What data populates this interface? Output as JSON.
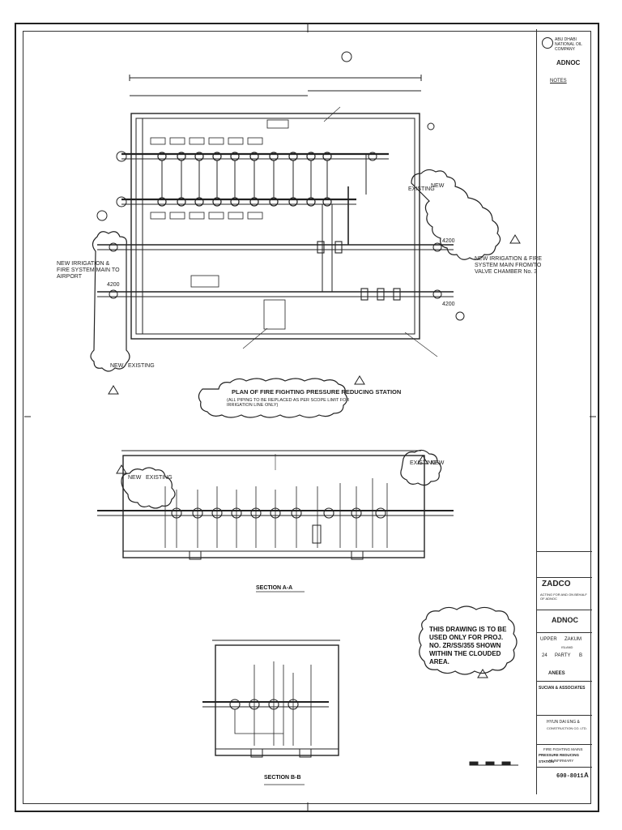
{
  "labels": {
    "new_irrigation_left": "NEW IRRIGATION & FIRE SYSTEM MAIN TO AIRPORT",
    "new_irrigation_right": "NEW IRRIGATION & FIRE SYSTEM MAIN FROM/TO VALVE CHAMBER No. 3",
    "size_left": "4200",
    "size_right_top": "4200",
    "size_right_bottom": "4200",
    "new_1": "NEW",
    "existing_1": "EXISTING",
    "new_2": "NEW",
    "existing_2": "EXISTING",
    "new_3": "NEW",
    "existing_3": "EXISTING",
    "new_4": "NEW",
    "existing_4": "EXISTING",
    "plan_title": "PLAN OF FIRE FIGHTING PRESSURE REDUCING STATION",
    "plan_note": "(ALL PIPING TO BE REPLACED AS PER SCOPE LIMIT FOR IRRIGATION LINE ONLY)",
    "section_aa": "SECTION A-A",
    "section_bb": "SECTION B-B",
    "notice": "THIS DRAWING IS TO BE USED ONLY FOR PROJ. NO. ZR/SS/355 SHOWN WITHIN THE CLOUDED AREA.",
    "rev_mark": "A"
  },
  "title_block": {
    "company_top": "ABU DHABI NATIONAL OIL COMPANY",
    "company_top_short": "ADNOC",
    "notes_heading": "NOTES",
    "client": "ZADCO",
    "client_sub": "ACTING FOR AND ON BEHALF OF ADNOC",
    "owner": "ADNOC",
    "field_1": "UPPER",
    "field_2": "ZAKUM",
    "field_3": "ISLAND",
    "field_4": "24",
    "field_5": "PARTY",
    "field_6": "B",
    "consultant": "ANEES",
    "contractor_a": "SUCIAN & ASSOCIATES",
    "contractor_b": "HYUN DAI ENG &",
    "contractor_c": "CONSTRUCTION CO. LTD.",
    "drawing_title_1": "FIRE FIGHTING MAINS",
    "drawing_title_2": "PRESSURE REDUCING STATION",
    "drawing_title_3": "AT INFIRMARY",
    "drawing_no": "600-8011",
    "revision": "A"
  }
}
